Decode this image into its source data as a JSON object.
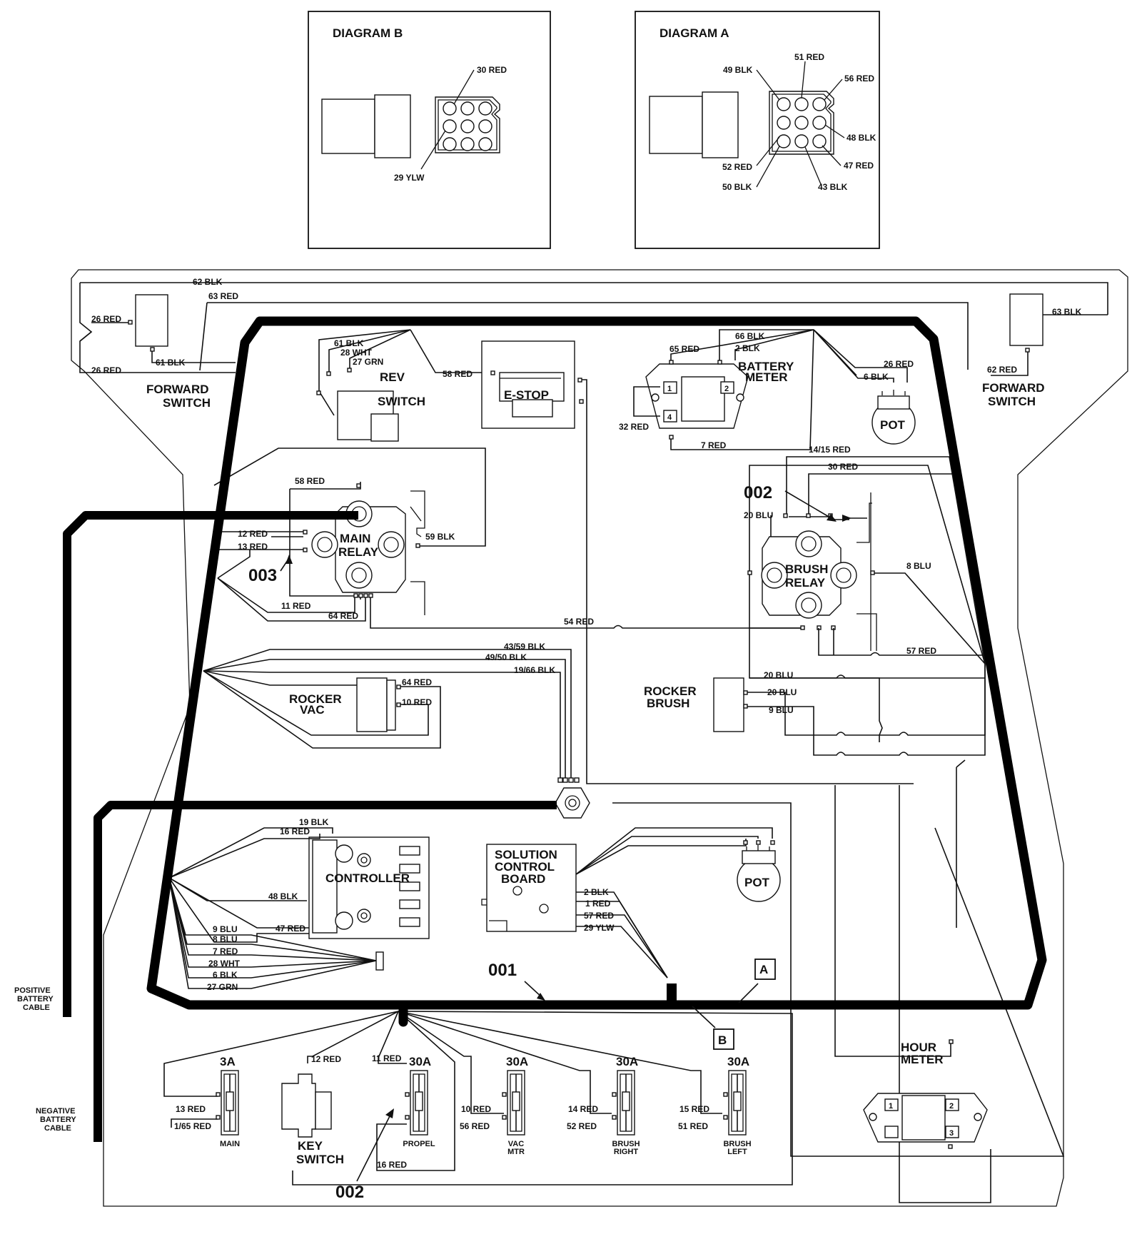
{
  "diagram_b": {
    "title": "DIAGRAM B",
    "wires": [
      "30 RED",
      "29 YLW"
    ]
  },
  "diagram_a": {
    "title": "DIAGRAM A",
    "wires": [
      "49 BLK",
      "51 RED",
      "56 RED",
      "48 BLK",
      "47 RED",
      "52 RED",
      "50 BLK",
      "43 BLK"
    ]
  },
  "top_wires": [
    "62 BLK",
    "63 RED",
    "26 RED",
    "26 RED",
    "61 BLK",
    "61 BLK",
    "28 WHT",
    "27 GRN",
    "58 RED",
    "66 BLK",
    "65 RED",
    "2 BLK",
    "26 RED",
    "6 BLK",
    "63 BLK",
    "62 RED",
    "32 RED",
    "7 RED"
  ],
  "components": {
    "forward_switch_left": [
      "FORWARD",
      "SWITCH"
    ],
    "forward_switch_right": [
      "FORWARD",
      "SWITCH"
    ],
    "rev_switch": [
      "REV",
      "SWITCH"
    ],
    "estop": "E-STOP",
    "battery_meter": [
      "BATTERY",
      "METER"
    ],
    "battery_meter_pins": [
      "1",
      "2",
      "4"
    ],
    "pot_top": "POT",
    "main_relay": [
      "MAIN",
      "RELAY"
    ],
    "brush_relay": [
      "BRUSH",
      "RELAY"
    ],
    "rocker_vac": [
      "ROCKER",
      "VAC"
    ],
    "rocker_brush": [
      "ROCKER",
      "BRUSH"
    ],
    "controller": "CONTROLLER",
    "solution_board": [
      "SOLUTION",
      "CONTROL",
      "BOARD"
    ],
    "pot_mid": "POT",
    "hour_meter": [
      "HOUR",
      "METER"
    ],
    "hour_meter_pins": [
      "1",
      "2",
      "3"
    ],
    "key_switch": [
      "KEY",
      "SWITCH"
    ],
    "positive_cable": [
      "POSITIVE",
      "BATTERY",
      "CABLE"
    ],
    "negative_cable": [
      "NEGATIVE",
      "BATTERY",
      "CABLE"
    ]
  },
  "middle_wires": [
    "58 RED",
    "12 RED",
    "13 RED",
    "59 BLK",
    "11 RED",
    "64 RED",
    "54 RED",
    "14/15 RED",
    "30 RED",
    "20 BLU",
    "8 BLU",
    "57 RED",
    "20 BLU",
    "20 BLU",
    "9 BLU",
    "43/59 BLK",
    "49/50 BLK",
    "19/66 BLK",
    "64 RED",
    "10 RED"
  ],
  "lower_wires": [
    "19 BLK",
    "16 RED",
    "48 BLK",
    "47 RED",
    "9 BLU",
    "8 BLU",
    "7 RED",
    "28 WHT",
    "6 BLK",
    "27 GRN",
    "2 BLK",
    "1 RED",
    "57 RED",
    "29 YLW"
  ],
  "fuses": [
    {
      "rating": "3A",
      "name": "MAIN",
      "wires": [
        "13 RED",
        "1/65 RED"
      ]
    },
    {
      "rating": "30A",
      "name": "PROPEL",
      "wires": [
        "11 RED",
        "16 RED"
      ]
    },
    {
      "rating": "30A",
      "name": "VAC MTR",
      "wires": [
        "10 RED",
        "56 RED"
      ]
    },
    {
      "rating": "30A",
      "name": "BRUSH RIGHT",
      "wires": [
        "14 RED",
        "52 RED"
      ]
    },
    {
      "rating": "30A",
      "name": "BRUSH LEFT",
      "wires": [
        "15 RED",
        "51 RED"
      ]
    }
  ],
  "key_switch_wire": "12 RED",
  "callouts": [
    "001",
    "002",
    "002",
    "003",
    "A",
    "B"
  ]
}
